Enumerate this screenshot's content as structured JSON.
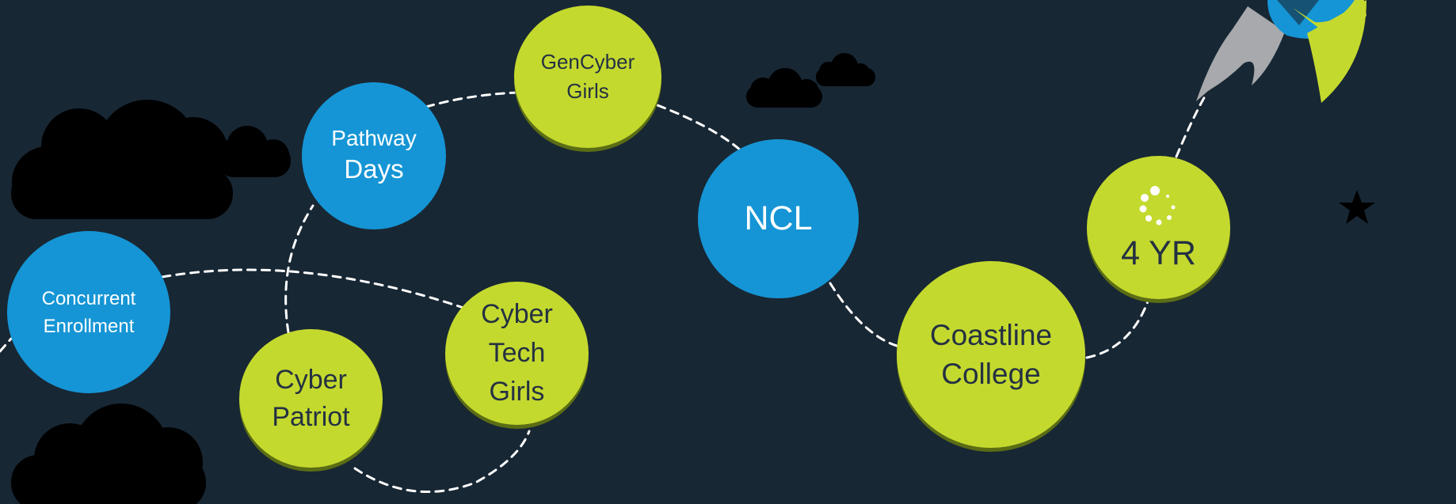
{
  "colors": {
    "background": "#182734",
    "blue_node": "#1595d5",
    "green_node": "#c4d92e",
    "green_shadow": "#5b6d14",
    "green_text": "#243142",
    "cloud": "#000000",
    "rocket_body": "#1595d5",
    "rocket_fin": "#c4d92e",
    "rocket_flame": "#a7a9ac",
    "path": "#ffffff"
  },
  "nodes": {
    "pathway_days": {
      "lines": [
        "Pathway",
        "Days"
      ]
    },
    "gencyber_girls": {
      "lines": [
        "GenCyber",
        "Girls"
      ]
    },
    "ncl": {
      "lines": [
        "NCL"
      ]
    },
    "concurrent_enrollment": {
      "lines": [
        "Concurrent",
        "Enrollment"
      ]
    },
    "cyber_patriot": {
      "lines": [
        "Cyber",
        "Patriot"
      ]
    },
    "cyber_tech_girls": {
      "lines": [
        "Cyber",
        "Tech",
        "Girls"
      ]
    },
    "coastline_college": {
      "lines": [
        "Coastline",
        "College"
      ]
    },
    "four_yr": {
      "lines": [
        "4 YR"
      ],
      "icon": "loading-spinner-icon"
    }
  },
  "decorations": {
    "clouds": [
      "cloud-icon",
      "cloud-icon",
      "cloud-icon",
      "cloud-icon"
    ],
    "rocket": "rocket-icon",
    "star": "star-icon"
  }
}
